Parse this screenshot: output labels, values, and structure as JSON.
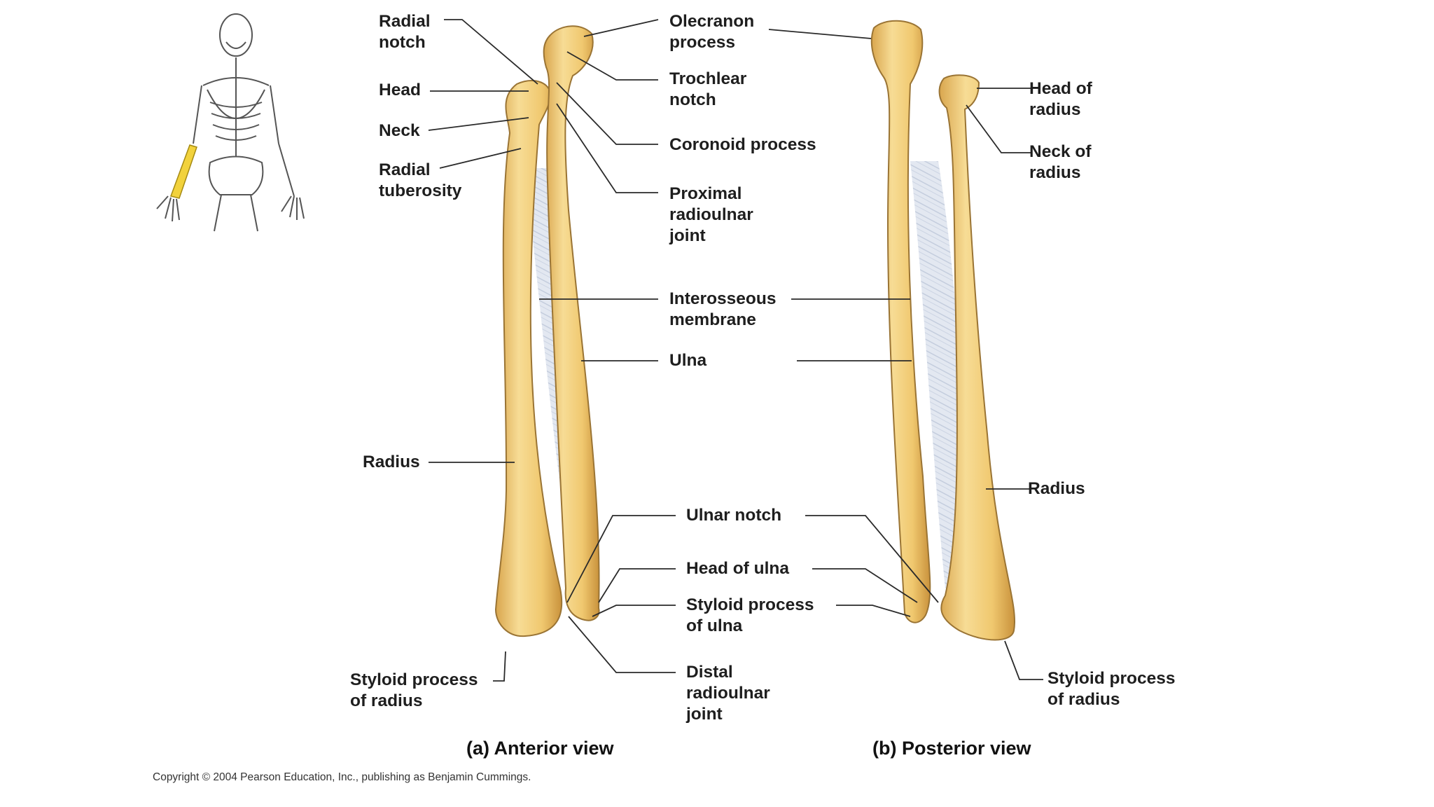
{
  "colors": {
    "bone": "#f2cf7e",
    "bone_shade": "#d9a64e",
    "bone_outline": "#9a7434",
    "membrane": "#dfe5ef",
    "highlight_limb": "#f2d23c",
    "leader": "#2a2a2a"
  },
  "labels": {
    "radial_notch": [
      "Radial",
      "notch"
    ],
    "head": [
      "Head"
    ],
    "neck": [
      "Neck"
    ],
    "radial_tuberosity": [
      "Radial",
      "tuberosity"
    ],
    "olecranon_process": [
      "Olecranon",
      "process"
    ],
    "trochlear_notch": [
      "Trochlear",
      "notch"
    ],
    "coronoid_process": [
      "Coronoid process"
    ],
    "proximal_radioulnar_joint": [
      "Proximal",
      "radioulnar",
      "joint"
    ],
    "interosseous_membrane": [
      "Interosseous",
      "membrane"
    ],
    "ulna": [
      "Ulna"
    ],
    "radius_a": [
      "Radius"
    ],
    "ulnar_notch": [
      "Ulnar notch"
    ],
    "head_of_ulna": [
      "Head of ulna"
    ],
    "styloid_process_of_ulna": [
      "Styloid process",
      "of ulna"
    ],
    "distal_radioulnar_joint": [
      "Distal",
      "radioulnar",
      "joint"
    ],
    "styloid_process_of_radius_a": [
      "Styloid process",
      "of radius"
    ],
    "head_of_radius": [
      "Head of",
      "radius"
    ],
    "neck_of_radius": [
      "Neck of",
      "radius"
    ],
    "radius_b": [
      "Radius"
    ],
    "styloid_process_of_radius_b": [
      "Styloid process",
      "of radius"
    ]
  },
  "captions": {
    "anterior": "(a) Anterior view",
    "posterior": "(b) Posterior view"
  },
  "copyright": "Copyright © 2004 Pearson Education, Inc., publishing as Benjamin Cummings."
}
